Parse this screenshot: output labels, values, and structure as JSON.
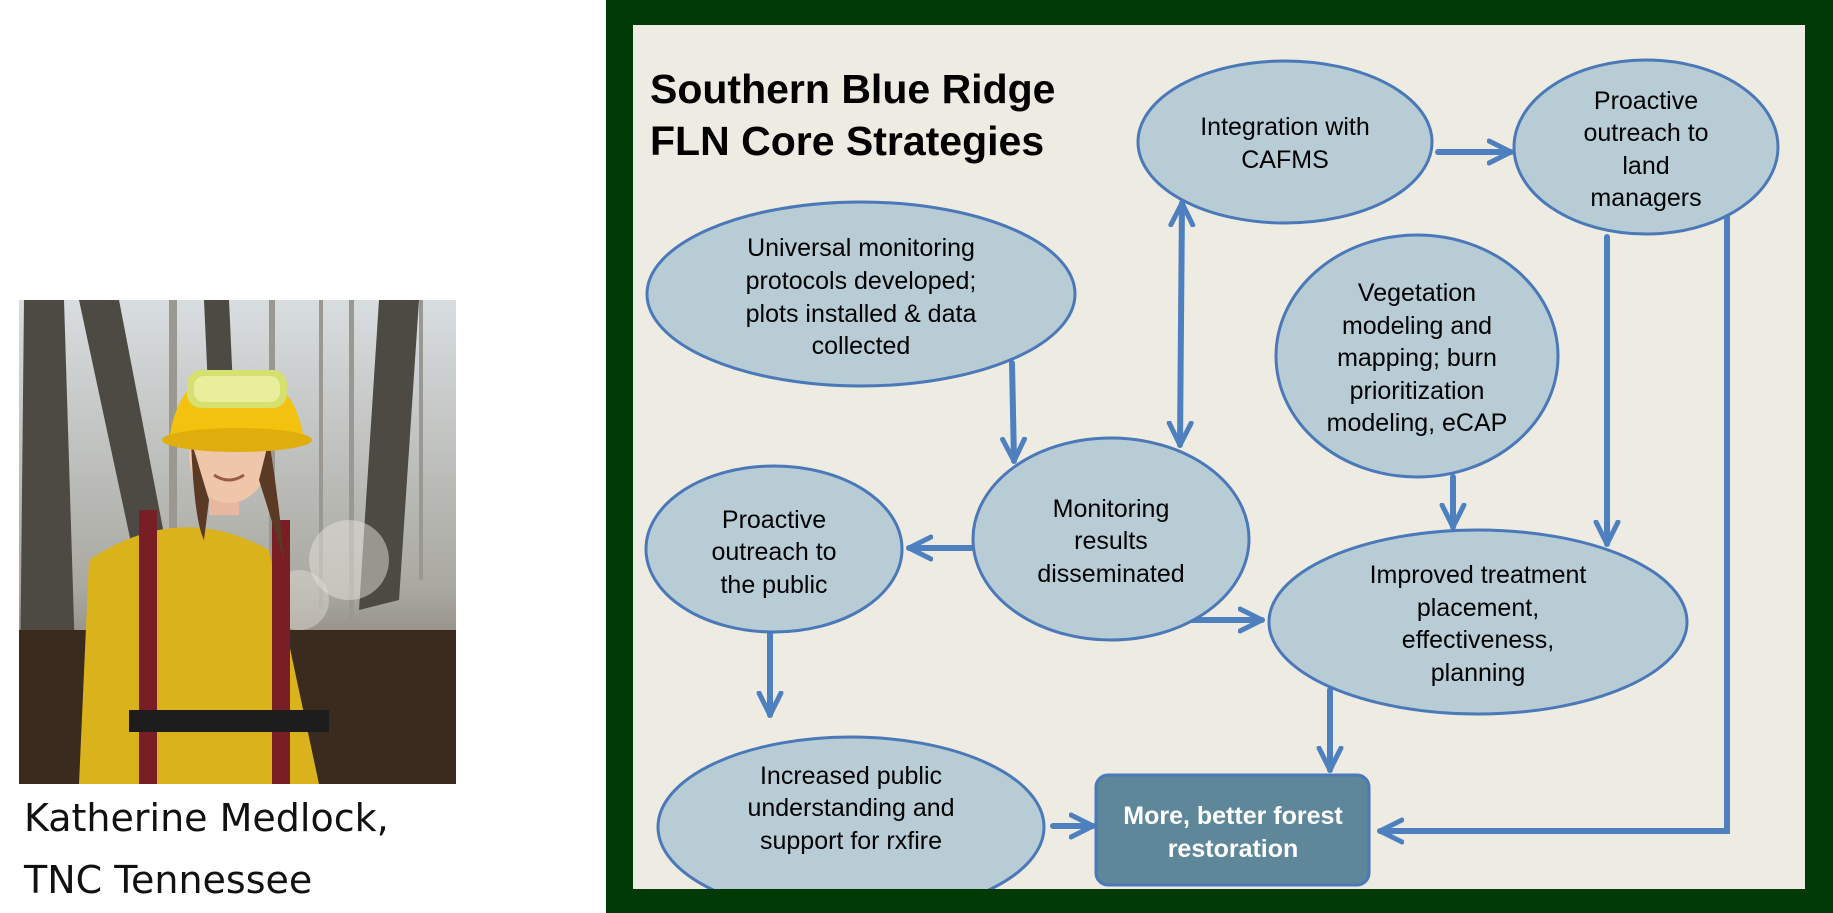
{
  "person": {
    "name_line1": "Katherine Medlock,",
    "name_line2": "TNC Tennessee"
  },
  "diagram": {
    "title_line1": "Southern Blue Ridge",
    "title_line2": "FLN Core Strategies",
    "nodes": [
      {
        "id": "universal",
        "lines": [
          "Universal monitoring",
          "protocols developed;",
          "plots installed & data",
          "collected"
        ]
      },
      {
        "id": "cafms",
        "lines": [
          "Integration with",
          "CAFMS"
        ]
      },
      {
        "id": "outreach-land",
        "lines": [
          "Proactive",
          "outreach to",
          "land",
          "managers"
        ]
      },
      {
        "id": "vegetation",
        "lines": [
          "Vegetation",
          "modeling and",
          "mapping; burn",
          "prioritization",
          "modeling, eCAP"
        ]
      },
      {
        "id": "monitoring",
        "lines": [
          "Monitoring",
          "results",
          "disseminated"
        ]
      },
      {
        "id": "outreach-public",
        "lines": [
          "Proactive",
          "outreach to",
          "the public"
        ]
      },
      {
        "id": "treatment",
        "lines": [
          "Improved treatment",
          "placement,",
          "effectiveness,",
          "planning"
        ]
      },
      {
        "id": "public-understanding",
        "lines": [
          "Increased public",
          "understanding and",
          "support for rxfire"
        ]
      },
      {
        "id": "restoration",
        "lines": [
          "More, better forest",
          "restoration"
        ]
      }
    ]
  },
  "colors": {
    "frame": "#013a05",
    "panel": "#edebe2",
    "ellipse_fill": "#b8ccd6",
    "ellipse_stroke": "#4a78b8",
    "arrow": "#4e80c0",
    "outcome_box": "#5e8799",
    "outcome_text": "#ffffff"
  }
}
